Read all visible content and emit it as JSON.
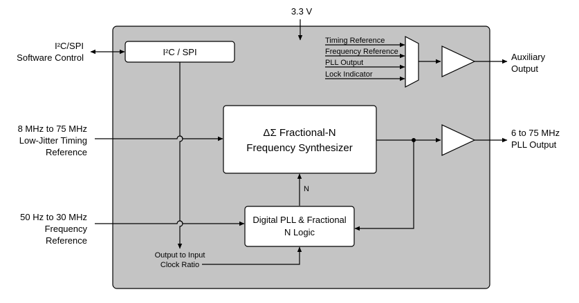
{
  "supply_label": "3.3 V",
  "left_inputs": {
    "control": [
      "I²C/SPI",
      "Software Control"
    ],
    "timing_ref": [
      "8 MHz to 75 MHz",
      "Low-Jitter Timing",
      "Reference"
    ],
    "freq_ref": [
      "50 Hz to 30 MHz",
      "Frequency",
      "Reference"
    ]
  },
  "blocks": {
    "i2c_spi": "I²C / SPI",
    "synth": [
      "ΔΣ Fractional-N",
      "Frequency Synthesizer"
    ],
    "dpll": [
      "Digital PLL & Fractional",
      "N Logic"
    ],
    "n_label": "N",
    "ratio": [
      "Output to Input",
      "Clock Ratio"
    ]
  },
  "mux_inputs": [
    "Timing Reference",
    "Frequency Reference",
    "PLL Output",
    "Lock Indicator"
  ],
  "outputs": {
    "aux": [
      "Auxiliary",
      "Output"
    ],
    "pll": [
      "6 to 75 MHz",
      "PLL Output"
    ]
  },
  "colors": {
    "chip_fill": "#c4c4c4",
    "block_fill": "#ffffff",
    "line": "#000000"
  }
}
